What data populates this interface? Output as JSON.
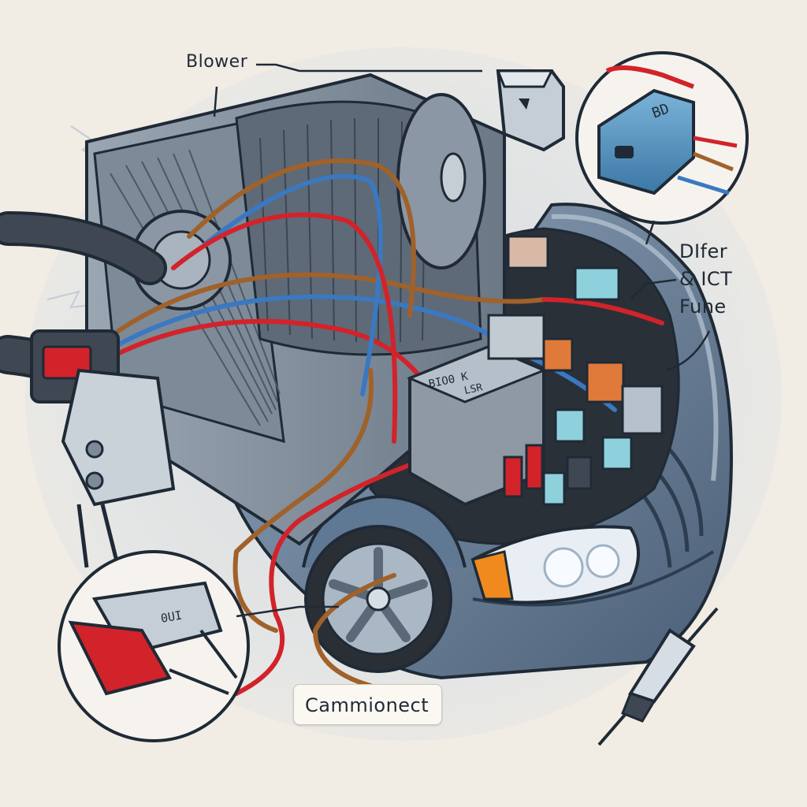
{
  "labels": {
    "blower": "Blower",
    "difer_line1": "DIfer",
    "difer_line2": "& ICT",
    "difer_line3": "Fune",
    "connect": "Cammionect"
  },
  "relay_marks": {
    "main_relay": "BIO0 K",
    "main_relay_code": "LSR",
    "top_relay": "BD",
    "callout_terminal": "0UI"
  },
  "colors": {
    "background": "#f1ece4",
    "car_body": "#5f7893",
    "wire_red": "#d2232a",
    "wire_blue": "#3a78c2",
    "wire_brown": "#a0612a",
    "relay_blue": "#4f8fbf",
    "headlight_amber": "#f08a1e",
    "outline": "#1f2a36"
  },
  "icons": [
    "blower-fan",
    "relay",
    "fuse",
    "connector",
    "probe",
    "wheel",
    "headlight"
  ]
}
